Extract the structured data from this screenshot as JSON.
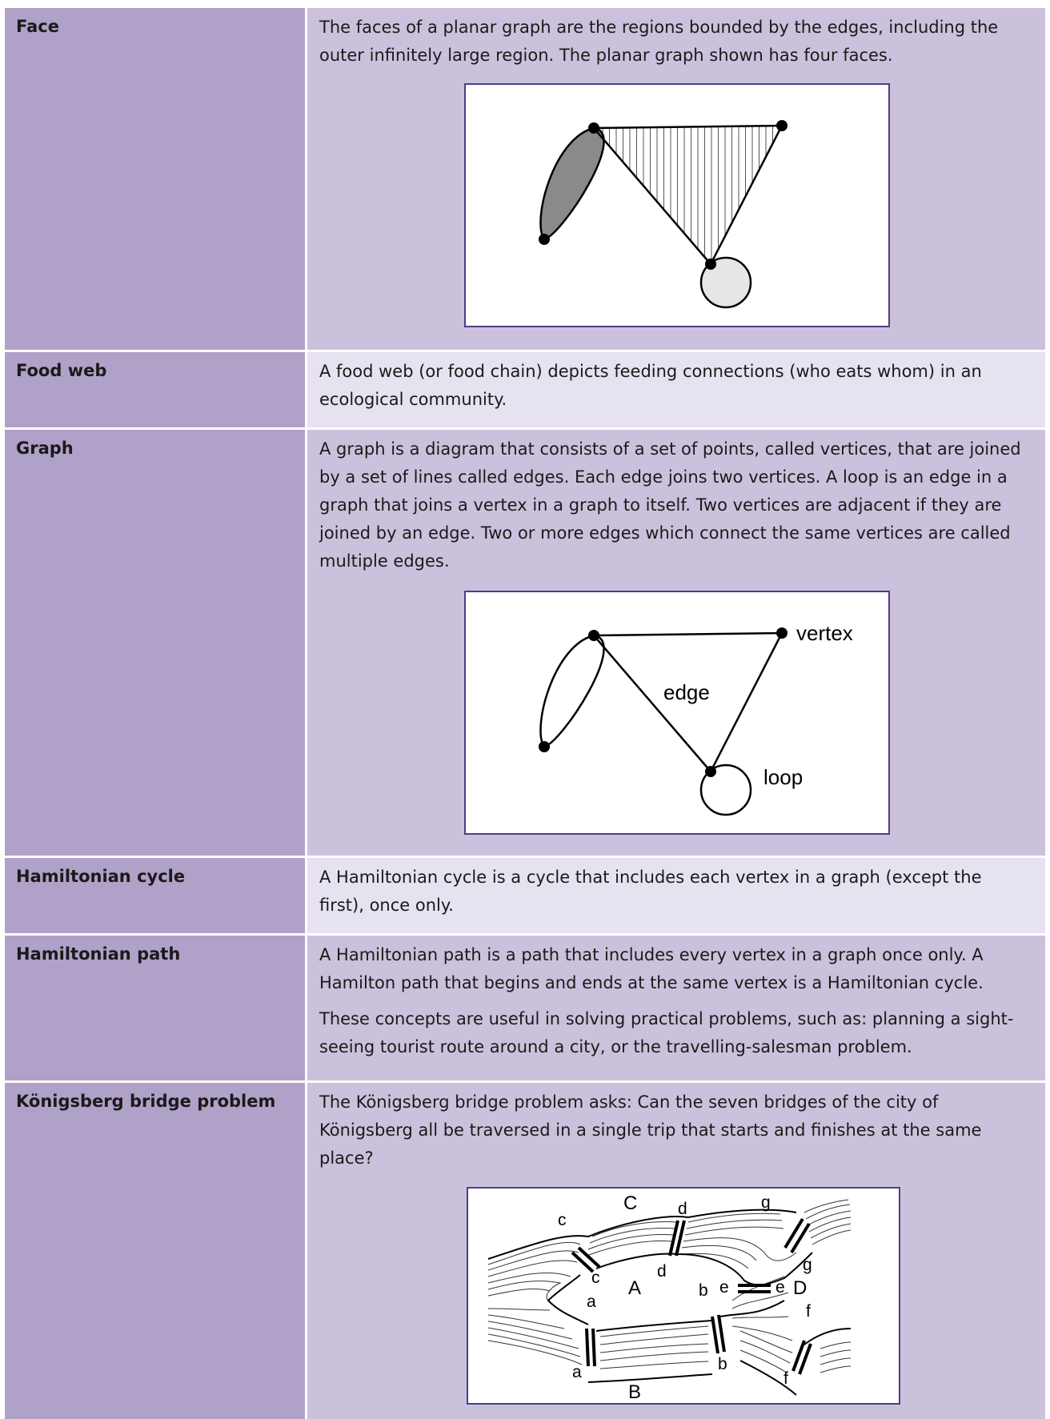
{
  "rows": [
    {
      "term": "Face",
      "definition": "The faces of a planar graph are the regions bounded by the edges, including the outer infinitely large region. The planar graph shown has four faces."
    },
    {
      "term": "Food web",
      "definition": "A food web (or food chain) depicts feeding connections (who eats whom) in an ecological community."
    },
    {
      "term": "Graph",
      "definition": "A graph is a diagram that consists of a set of points, called vertices, that are joined by a set of lines called edges. Each edge joins two vertices. A loop is an edge in a graph that joins a vertex in a graph to itself. Two vertices are adjacent if they are joined by an edge. Two or more edges which connect the same vertices are called multiple edges.",
      "figure_labels": {
        "vertex": "vertex",
        "edge": "edge",
        "loop": "loop"
      }
    },
    {
      "term": "Hamiltonian cycle",
      "definition": "A Hamiltonian cycle is a cycle that includes each vertex in a graph (except the first), once only."
    },
    {
      "term": "Hamiltonian path",
      "definition": "A Hamiltonian path is a path that includes every vertex in a graph once only. A Hamilton path that begins and ends at the same vertex is a Hamiltonian cycle.",
      "definition_2": "These concepts are useful in solving practical problems, such as: planning a sight-seeing tourist route around a city, or the travelling-salesman problem."
    },
    {
      "term": "Königsberg bridge problem",
      "definition": "The Königsberg bridge problem asks: Can the seven bridges of the city of Königsberg all be traversed in a single trip that starts and finishes at the same place?",
      "map_labels": {
        "regions": [
          "A",
          "B",
          "C",
          "D"
        ],
        "bridges": [
          "a",
          "b",
          "c",
          "d",
          "e",
          "f",
          "g"
        ]
      }
    }
  ]
}
